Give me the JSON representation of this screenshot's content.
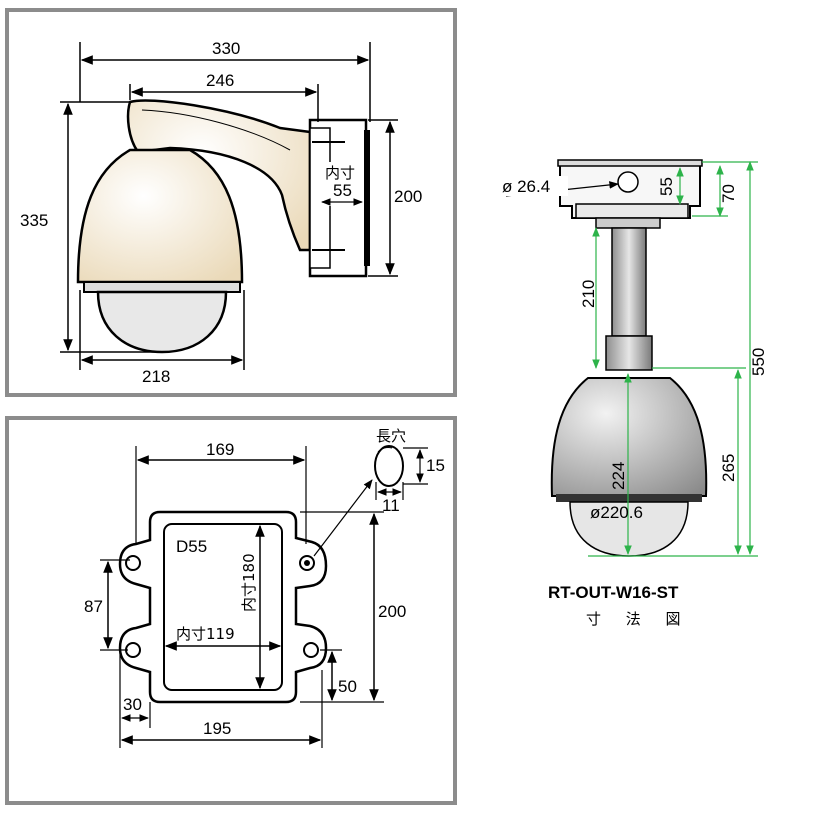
{
  "wall_mount_view": {
    "width_overall": "330",
    "arm_length": "246",
    "height_overall": "335",
    "dome_diameter": "218",
    "bracket_height": "200",
    "inner_label": "内寸",
    "inner_value": "55"
  },
  "bracket_plate_view": {
    "hole_spacing_x": "169",
    "slot_label": "長穴",
    "slot_height": "15",
    "slot_width": "11",
    "hole_spacing_y": "87",
    "plate_height": "200",
    "plate_width": "195",
    "offset_left": "30",
    "offset_bottom": "50",
    "box_label": "D55",
    "inner_height": "内寸180",
    "inner_width": "内寸119"
  },
  "pendant_view": {
    "pipe_diameter": "ø 26.4",
    "mount_inner": "55",
    "mount_height": "70",
    "pipe_length": "210",
    "total_height": "550",
    "dome_height": "265",
    "dome_inner_height": "224",
    "dome_diameter": "ø220.6"
  },
  "title": {
    "model": "RT-OUT-W16-ST",
    "caption": "寸 法 図"
  },
  "colors": {
    "panel_border": "#8c8c8c",
    "dome_fill": "#f4ecd8",
    "pendant_dome": "#bdbdbd",
    "pendant_pipe": "#a9a9a9",
    "dim_green": "#2db34a",
    "line": "#000000"
  }
}
